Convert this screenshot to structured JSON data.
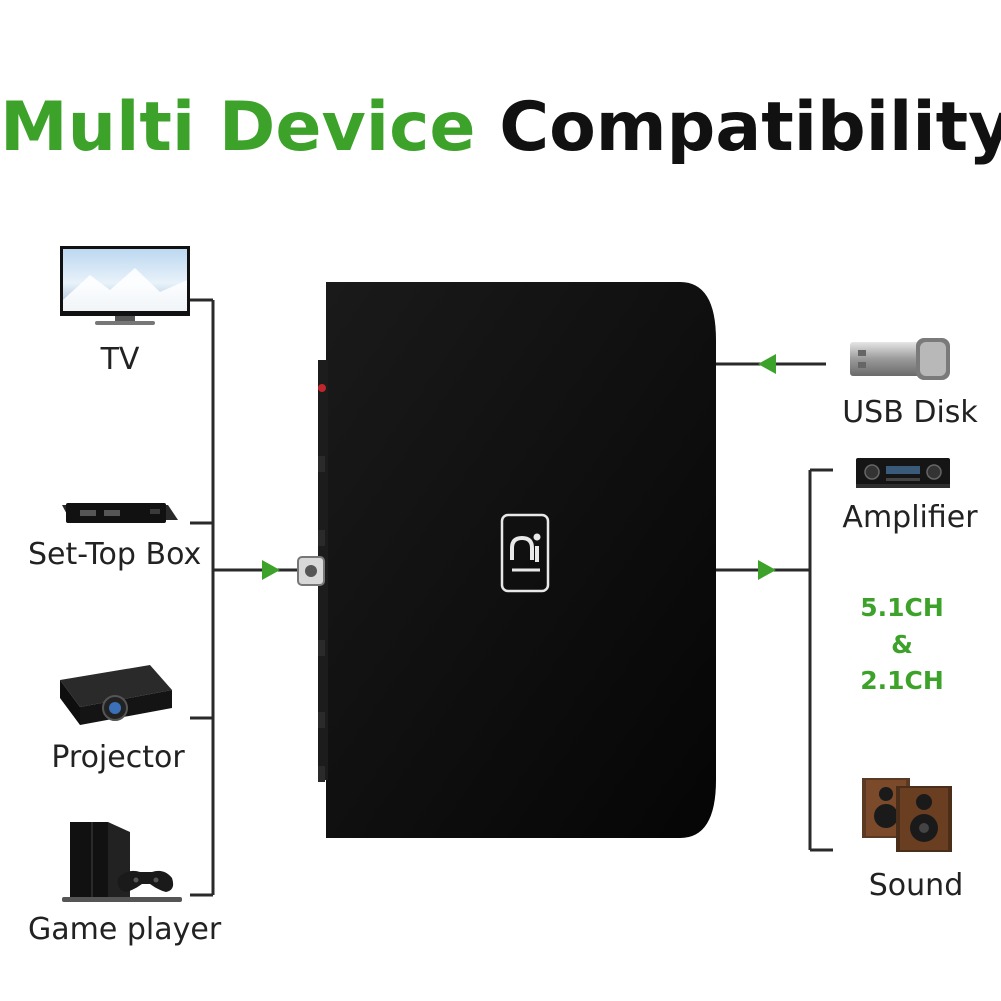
{
  "title": {
    "part1": "Multi Device",
    "part2": " Compatibility"
  },
  "colors": {
    "accent_green": "#3da22a",
    "text_dark": "#111111",
    "device_body": "#0c0c0c",
    "line": "#2a2a2a"
  },
  "left_devices": [
    {
      "label": "TV",
      "icon": "tv-icon"
    },
    {
      "label": "Set-Top Box",
      "icon": "set-top-box-icon"
    },
    {
      "label": "Projector",
      "icon": "projector-icon"
    },
    {
      "label": "Game player",
      "icon": "game-console-icon"
    }
  ],
  "right_devices": [
    {
      "label": "USB Disk",
      "icon": "usb-disk-icon"
    },
    {
      "label": "Amplifier",
      "icon": "amplifier-icon"
    },
    {
      "label": "Sound",
      "icon": "speakers-icon"
    }
  ],
  "channels": {
    "line1": "5.1CH",
    "line2": "&",
    "line3": "2.1CH"
  },
  "center_device": {
    "logo_icon": "brand-logo-icon"
  }
}
